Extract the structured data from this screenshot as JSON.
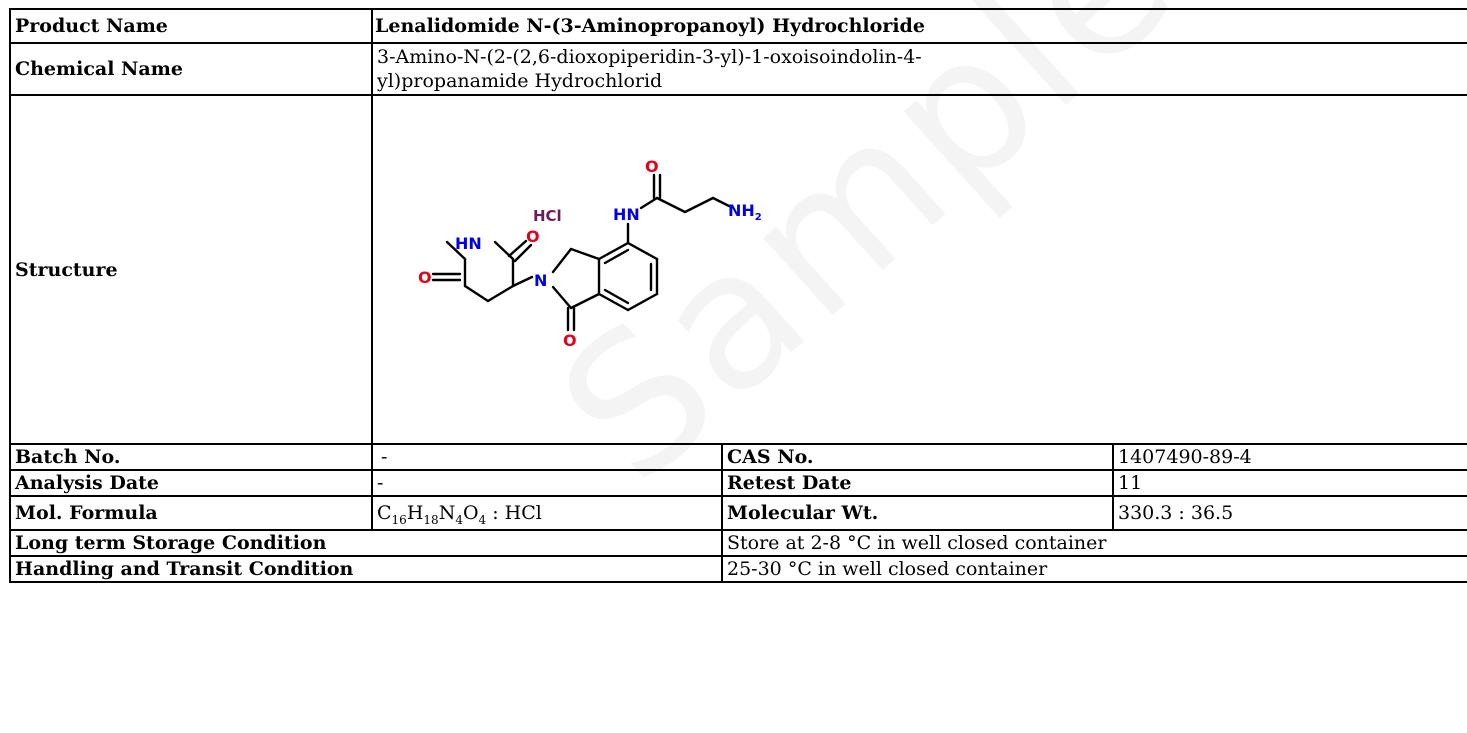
{
  "rows": {
    "product_name": {
      "label": "Product Name",
      "value": "Lenalidomide N-(3-Aminopropanoyl) Hydrochloride"
    },
    "chemical_name": {
      "label": "Chemical Name",
      "value": "3-Amino-N-(2-(2,6-dioxopiperidin-3-yl)-1-oxoisoindolin-4-yl)propanamide Hydrochlorid"
    },
    "structure": {
      "label": "Structure"
    },
    "batch_no": {
      "label": "Batch No.",
      "value": "-"
    },
    "cas_no": {
      "label": "CAS No.",
      "value": "1407490-89-4"
    },
    "analysis_date": {
      "label": "Analysis Date",
      "value": "-"
    },
    "retest_date": {
      "label": "Retest Date",
      "value": "11"
    },
    "mol_formula": {
      "label": "Mol. Formula",
      "parts": {
        "c": "C",
        "c_n": "16",
        "h": "H",
        "h_n": "18",
        "n": "N",
        "n_n": "4",
        "o": "O",
        "o_n": "4",
        "salt": " : HCl"
      }
    },
    "molecular_wt": {
      "label": "Molecular Wt.",
      "value": "330.3 : 36.5"
    },
    "storage": {
      "label": "Long term Storage Condition",
      "value": "Store at 2-8 °C in well closed container"
    },
    "handling": {
      "label": "Handling and Transit Condition",
      "value": "25-30 °C in well closed container"
    }
  },
  "structure_labels": {
    "hcl": "HCl",
    "hn_amide": "HN",
    "hn_imide": "HN",
    "nh2": "NH",
    "nh2_sub": "2",
    "n_ring": "N",
    "o": "O"
  },
  "watermark": "Sample COA",
  "colors": {
    "oxygen": "#e3001b",
    "nitrogen": "#0000e6",
    "hcl": "#6b1d5a",
    "border": "#000000"
  }
}
